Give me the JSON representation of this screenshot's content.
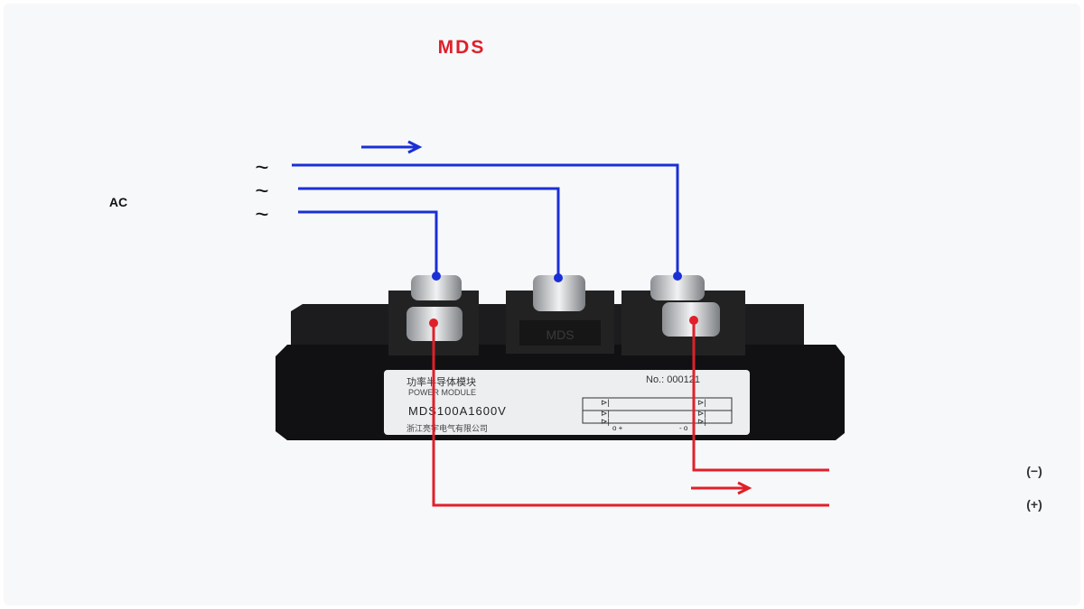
{
  "title": "MDS",
  "ac_label": "AC",
  "ac_symbols": [
    "~",
    "~",
    "~"
  ],
  "output_labels": {
    "negative": "(−)",
    "positive": "(+)"
  },
  "module": {
    "name_cn": "功率半导体模块",
    "name_en": "POWER MODULE",
    "model": "MDS100A1600V",
    "serial": "No.: 000121",
    "maker": "浙江亮宇电气有限公司",
    "cover_mark": "MDS",
    "pin_plus": "o +",
    "pin_minus": "- o"
  },
  "colors": {
    "ac_wire": "#1a2fd6",
    "dc_wire": "#e0202a",
    "title": "#e0202a"
  }
}
